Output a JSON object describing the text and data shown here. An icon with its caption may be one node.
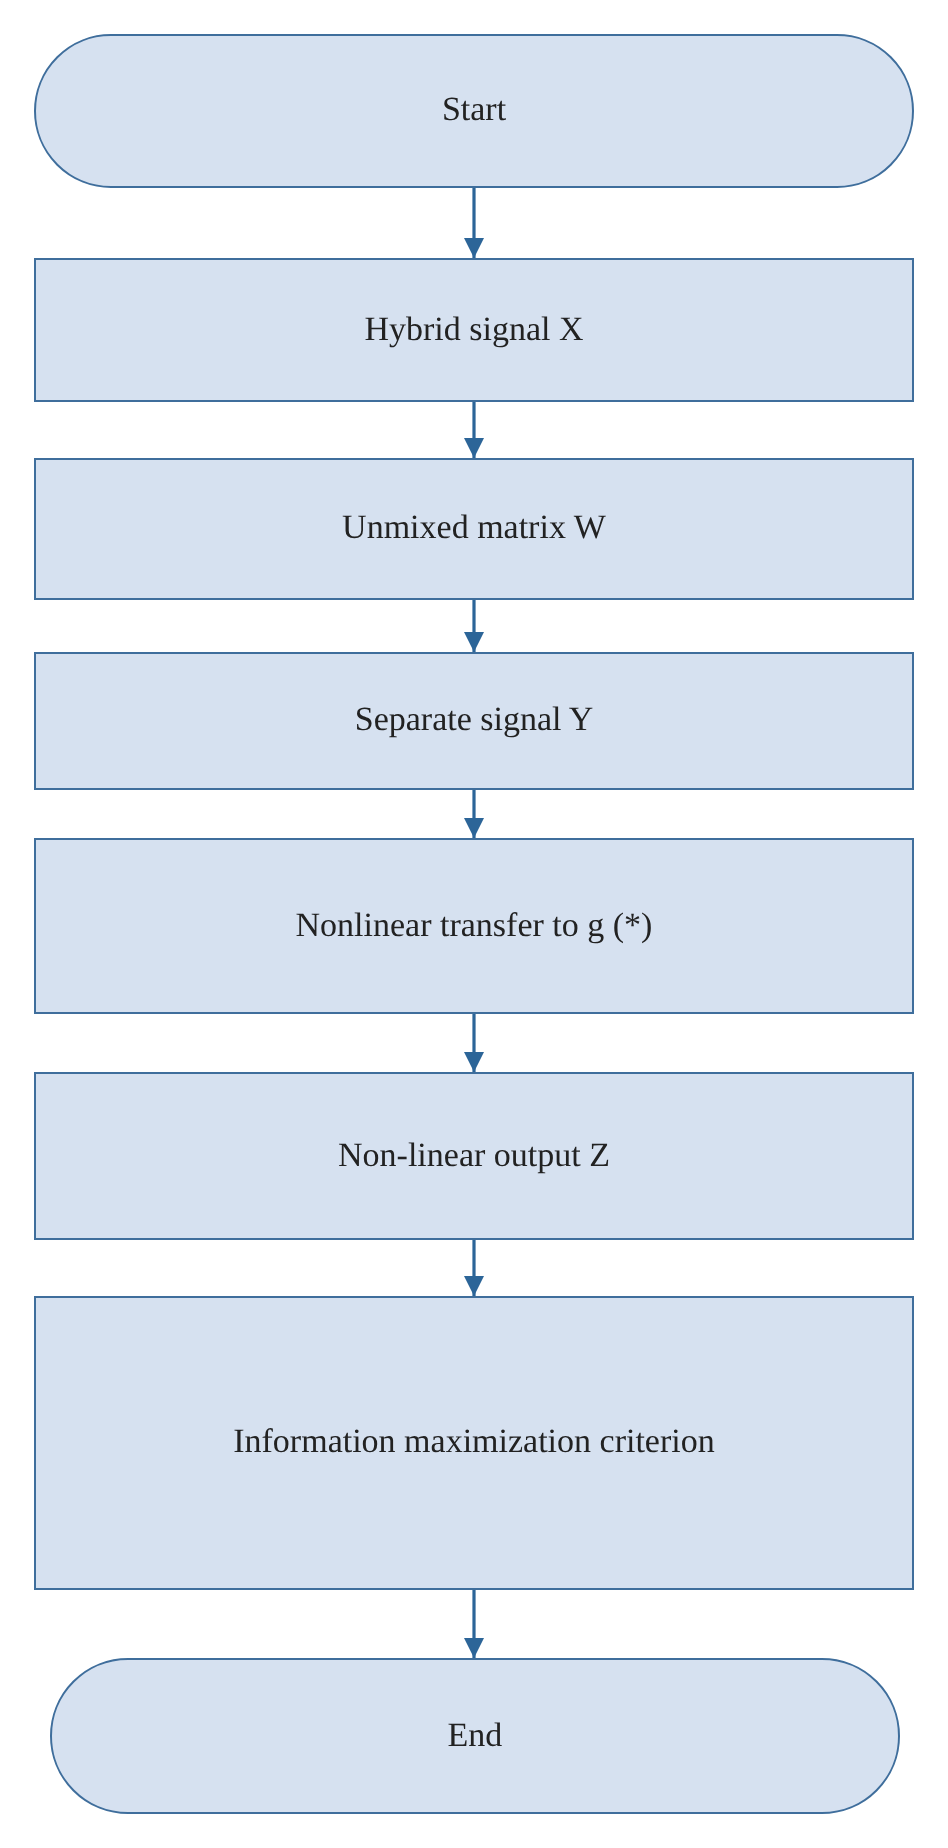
{
  "diagram": {
    "nodes": [
      {
        "text": [
          "Start"
        ]
      },
      {
        "text": [
          "Hybrid signal X"
        ]
      },
      {
        "text": [
          "Unmixed matrix W"
        ]
      },
      {
        "text": [
          "Separate signal Y"
        ]
      },
      {
        "text": [
          "Nonlinear transfer to g (*)"
        ]
      },
      {
        "text": [
          "Non-linear output Z"
        ]
      },
      {
        "text": [
          "Information maximization criterion"
        ]
      },
      {
        "text": [
          "End"
        ]
      }
    ],
    "edges": [
      {
        "from": 0,
        "to": 1,
        "arrow": "to"
      },
      {
        "from": 1,
        "to": 2,
        "arrow": "to"
      },
      {
        "from": 2,
        "to": 3,
        "arrow": "to"
      },
      {
        "from": 3,
        "to": 4,
        "arrow": "to"
      },
      {
        "from": 4,
        "to": 5,
        "arrow": "to"
      },
      {
        "from": 5,
        "to": 6,
        "arrow": "to"
      },
      {
        "from": 6,
        "to": 7,
        "arrow": "to"
      }
    ]
  }
}
